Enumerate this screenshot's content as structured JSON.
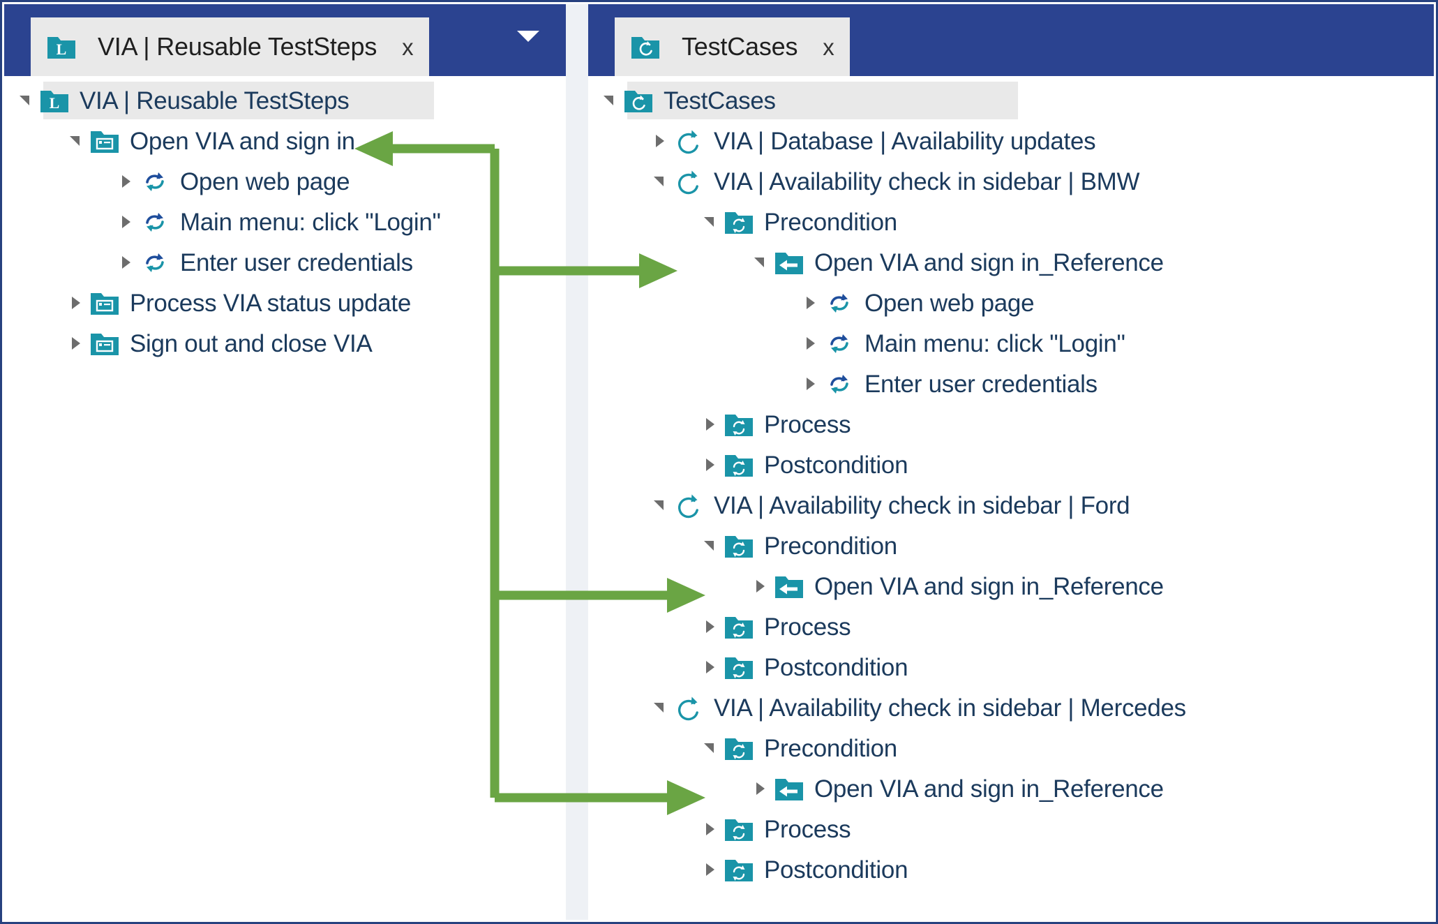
{
  "accent_colors": {
    "tabbar_blue": "#2b4390",
    "teal_icon": "#1a94a8",
    "arrow_green": "#6aa544",
    "selection_gray": "#e9e9e9",
    "text_navy": "#1b3a5c",
    "border_blue": "#27417f"
  },
  "left_panel": {
    "tab": {
      "title": "VIA | Reusable TestSteps",
      "icon": "library-folder-icon",
      "close_label": "x"
    },
    "dropdown_icon": "chevron-down-icon",
    "tree": [
      {
        "label": "VIA | Reusable TestSteps",
        "icon": "library-folder-icon",
        "level": 0,
        "expander": "expanded",
        "selected": true
      },
      {
        "label": "Open VIA and sign in",
        "icon": "teststep-folder-icon",
        "level": 1,
        "expander": "expanded",
        "selected": false
      },
      {
        "label": "Open web page",
        "icon": "teststep-sync-icon",
        "level": 2,
        "expander": "collapsed",
        "selected": false
      },
      {
        "label": "Main menu: click \"Login\"",
        "icon": "teststep-sync-icon",
        "level": 2,
        "expander": "collapsed",
        "selected": false
      },
      {
        "label": "Enter user credentials",
        "icon": "teststep-sync-icon",
        "level": 2,
        "expander": "collapsed",
        "selected": false
      },
      {
        "label": "Process VIA status update",
        "icon": "teststep-folder-icon",
        "level": 1,
        "expander": "collapsed",
        "selected": false
      },
      {
        "label": "Sign out and close VIA",
        "icon": "teststep-folder-icon",
        "level": 1,
        "expander": "collapsed",
        "selected": false
      }
    ]
  },
  "right_panel": {
    "tab": {
      "title": "TestCases",
      "icon": "testcase-folder-icon",
      "close_label": "x"
    },
    "tree": [
      {
        "label": "TestCases",
        "icon": "testcase-folder-icon",
        "level": 0,
        "expander": "expanded",
        "selected": true
      },
      {
        "label": "VIA | Database | Availability updates",
        "icon": "testcase-circle-icon",
        "level": 1,
        "expander": "collapsed",
        "selected": false
      },
      {
        "label": "VIA | Availability check in sidebar | BMW",
        "icon": "testcase-circle-icon",
        "level": 1,
        "expander": "expanded",
        "selected": false
      },
      {
        "label": "Precondition",
        "icon": "folder-sync-icon",
        "level": 2,
        "expander": "expanded",
        "selected": false
      },
      {
        "label": "Open VIA and sign in_Reference",
        "icon": "reference-folder-icon",
        "level": 3,
        "expander": "expanded",
        "selected": false
      },
      {
        "label": "Open web page",
        "icon": "teststep-sync-icon",
        "level": 4,
        "expander": "collapsed",
        "selected": false
      },
      {
        "label": "Main menu: click \"Login\"",
        "icon": "teststep-sync-icon",
        "level": 4,
        "expander": "collapsed",
        "selected": false
      },
      {
        "label": "Enter user credentials",
        "icon": "teststep-sync-icon",
        "level": 4,
        "expander": "collapsed",
        "selected": false
      },
      {
        "label": "Process",
        "icon": "folder-sync-icon",
        "level": 2,
        "expander": "collapsed",
        "selected": false
      },
      {
        "label": "Postcondition",
        "icon": "folder-sync-icon",
        "level": 2,
        "expander": "collapsed",
        "selected": false
      },
      {
        "label": "VIA | Availability check in sidebar | Ford",
        "icon": "testcase-circle-icon",
        "level": 1,
        "expander": "expanded",
        "selected": false
      },
      {
        "label": "Precondition",
        "icon": "folder-sync-icon",
        "level": 2,
        "expander": "expanded",
        "selected": false
      },
      {
        "label": "Open VIA and sign in_Reference",
        "icon": "reference-folder-icon",
        "level": 3,
        "expander": "collapsed",
        "selected": false
      },
      {
        "label": "Process",
        "icon": "folder-sync-icon",
        "level": 2,
        "expander": "collapsed",
        "selected": false
      },
      {
        "label": "Postcondition",
        "icon": "folder-sync-icon",
        "level": 2,
        "expander": "collapsed",
        "selected": false
      },
      {
        "label": "VIA | Availability check in sidebar | Mercedes",
        "icon": "testcase-circle-icon",
        "level": 1,
        "expander": "expanded",
        "selected": false
      },
      {
        "label": "Precondition",
        "icon": "folder-sync-icon",
        "level": 2,
        "expander": "expanded",
        "selected": false
      },
      {
        "label": "Open VIA and sign in_Reference",
        "icon": "reference-folder-icon",
        "level": 3,
        "expander": "collapsed",
        "selected": false
      },
      {
        "label": "Process",
        "icon": "folder-sync-icon",
        "level": 2,
        "expander": "collapsed",
        "selected": false
      },
      {
        "label": "Postcondition",
        "icon": "folder-sync-icon",
        "level": 2,
        "expander": "collapsed",
        "selected": false
      }
    ]
  },
  "annotations": {
    "connector_color": "#6aa544",
    "description": "Green connector linking the reusable TestStep 'Open VIA and sign in' to three 'Open VIA and sign in_Reference' nodes",
    "arrow_targets": [
      "Open VIA and sign in",
      "Open VIA and sign in_Reference (BMW)",
      "Open VIA and sign in_Reference (Ford)",
      "Open VIA and sign in_Reference (Mercedes)"
    ]
  }
}
